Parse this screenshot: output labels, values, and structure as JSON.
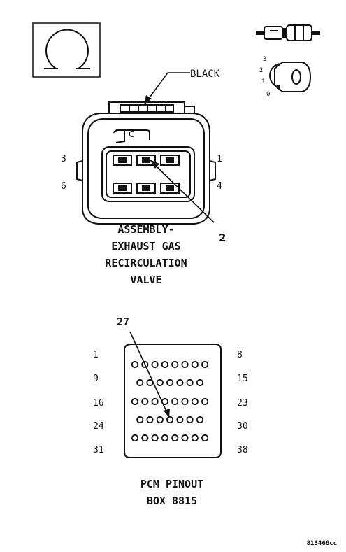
{
  "egr_connector": {
    "wire_color_label": "BLACK",
    "pin_labels": [
      "3",
      "6",
      "1",
      "4"
    ],
    "callout_number": "2",
    "title_lines": [
      "ASSEMBLY-",
      "EXHAUST GAS",
      "RECIRCULATION",
      "VALVE"
    ]
  },
  "ignition_key": {
    "positions": [
      "3",
      "2",
      "1",
      "0"
    ]
  },
  "pcm_connector": {
    "callout_pin": "27",
    "left_labels": [
      "1",
      "9",
      "16",
      "24",
      "31"
    ],
    "right_labels": [
      "8",
      "15",
      "23",
      "30",
      "38"
    ],
    "row_pin_counts": [
      8,
      7,
      8,
      7,
      8
    ],
    "title_lines": [
      "PCM PINOUT",
      "BOX 8815"
    ]
  },
  "figure_code": "813466cc"
}
